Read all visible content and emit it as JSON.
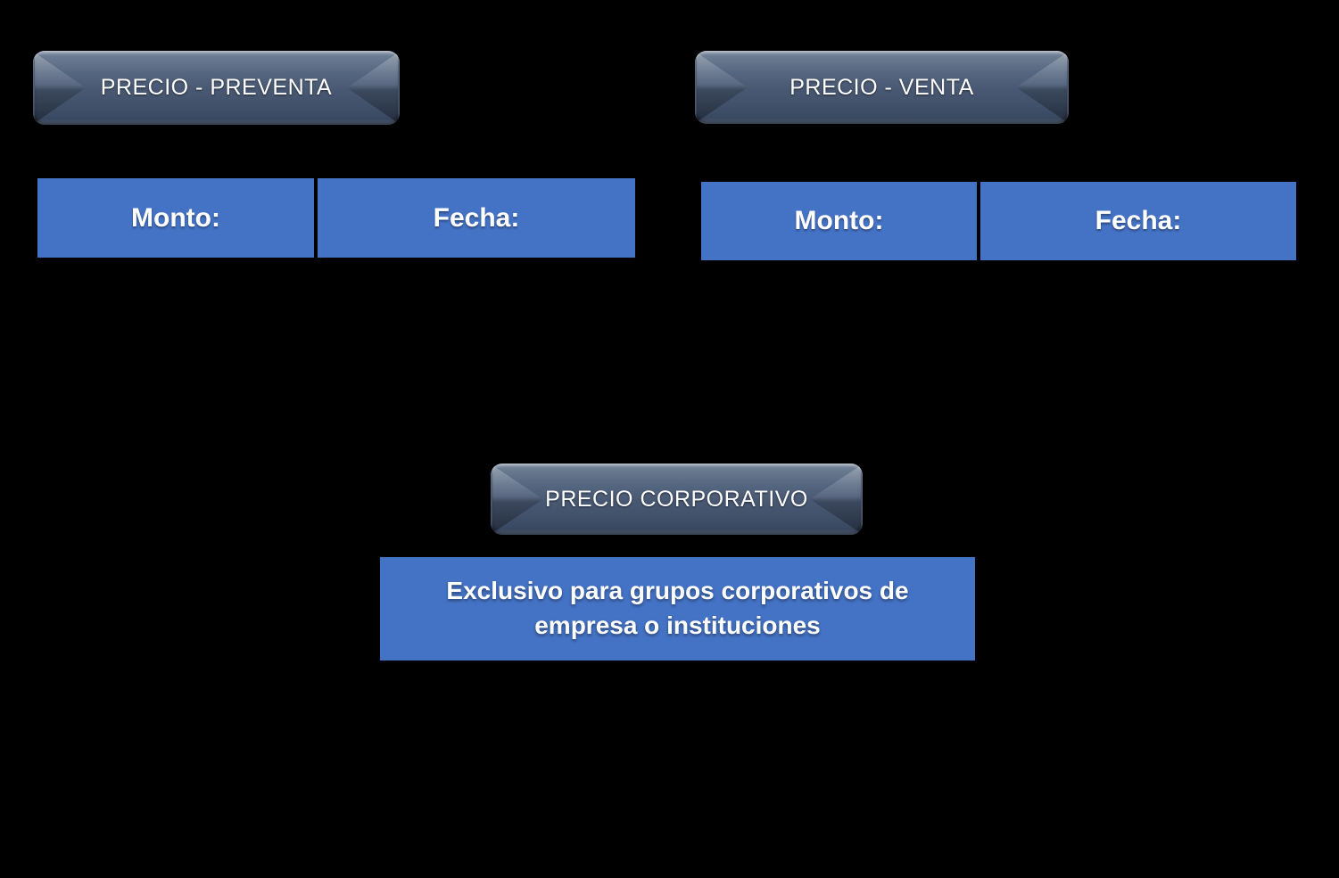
{
  "page": {
    "background_color": "#000000"
  },
  "colors": {
    "table_blue": "#4472C4",
    "button_steel_top": "#97a3b4",
    "button_steel_face": "#495973",
    "button_steel_bottom": "#3a4962",
    "text_white": "#ffffff"
  },
  "sections": {
    "preventa": {
      "button_label": "PRECIO - PREVENTA",
      "columns": [
        {
          "label": "Monto:"
        },
        {
          "label": "Fecha:"
        }
      ]
    },
    "venta": {
      "button_label": "PRECIO - VENTA",
      "columns": [
        {
          "label": "Monto:"
        },
        {
          "label": "Fecha:"
        }
      ]
    },
    "corporativo": {
      "button_label": "PRECIO CORPORATIVO",
      "description": "Exclusivo para grupos corporativos de empresa o instituciones"
    }
  }
}
